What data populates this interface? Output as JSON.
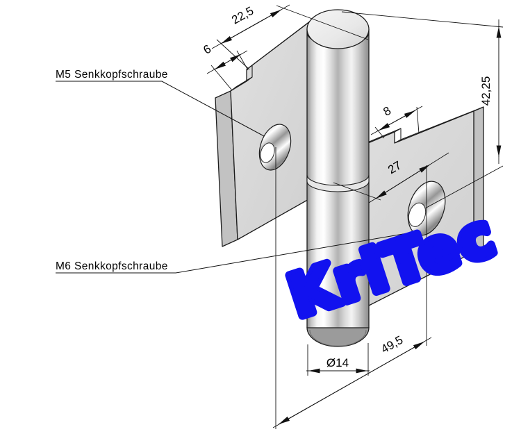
{
  "title": "Hinge technical drawing (isometric CAD view)",
  "drawing": {
    "part_labels": {
      "m5": "M5 Senkkopfschraube",
      "m6": "M6 Senkkopfschraube"
    },
    "dimensions": {
      "notch_width": "6",
      "left_plate_offset": "22,5",
      "tab_width": "8",
      "hole_offset": "27",
      "total_height": "42,25",
      "plate_width": "49,5",
      "pin_diameter": "Ø14"
    },
    "watermark": {
      "text": "KriTec",
      "color": "#1212ef"
    },
    "colors": {
      "line": "#1c1c1c",
      "plate_face": "#d9d9d9",
      "plate_side": "#c2c2c2",
      "background": "#ffffff"
    }
  }
}
